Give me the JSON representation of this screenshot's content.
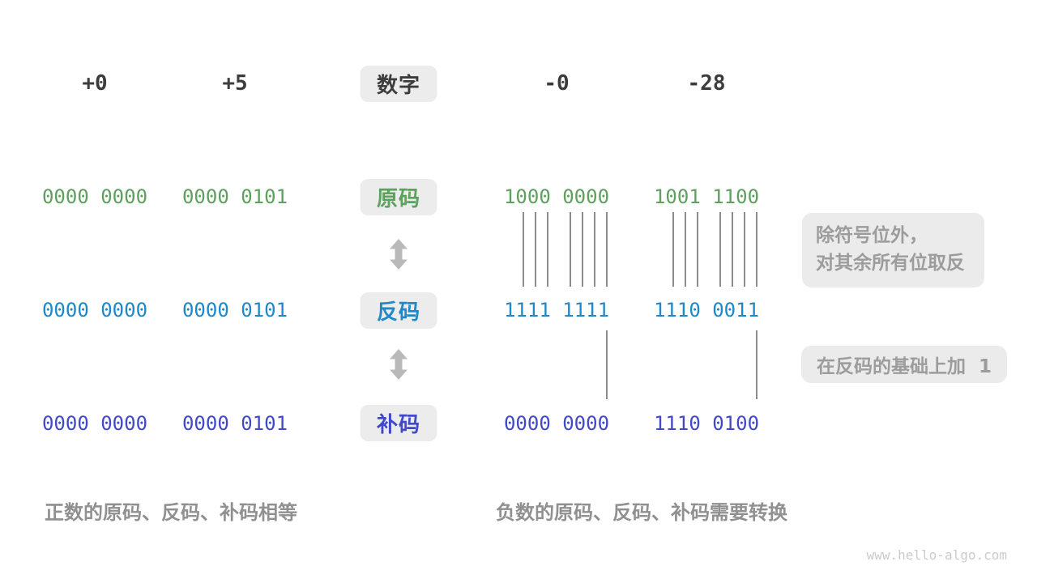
{
  "colors": {
    "ink": "#3c3c3c",
    "green": "#5ca15c",
    "blue": "#1e88c8",
    "indigo": "#4149c8",
    "badge-bg": "#ececec",
    "note-bg": "#ebebeb",
    "note-ink": "#9c9c9c",
    "caption": "#909090",
    "line": "#8c8c8c",
    "arrow": "#b9b9b9",
    "watermark": "#cbcbcb"
  },
  "header": {
    "badge": "数字",
    "values": [
      "+0",
      "+5",
      "-0",
      "-28"
    ]
  },
  "rows": [
    {
      "id": "sign-magnitude",
      "badge": "原码",
      "values": [
        "0000 0000",
        "0000 0101",
        "1000 0000",
        "1001 1100"
      ]
    },
    {
      "id": "ones-complement",
      "badge": "反码",
      "values": [
        "0000 0000",
        "0000 0101",
        "1111 1111",
        "1110 0011"
      ]
    },
    {
      "id": "twos-complement",
      "badge": "补码",
      "values": [
        "0000 0000",
        "0000 0101",
        "0000 0000",
        "1110 0100"
      ]
    }
  ],
  "annotations": {
    "invert": {
      "line1": "除符号位外，",
      "line2": "对其余所有位取反"
    },
    "add_one": "在反码的基础上加  1"
  },
  "captions": {
    "positive": "正数的原码、反码、补码相等",
    "negative": "负数的原码、反码、补码需要转换"
  },
  "icons": {
    "convert_arrow": "double-headed-vertical-arrow"
  },
  "watermark": "www.hello-algo.com"
}
